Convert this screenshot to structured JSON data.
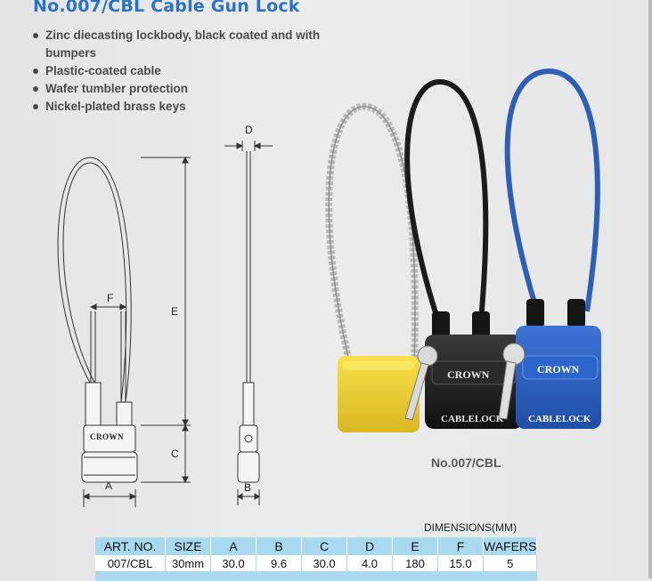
{
  "title": "No.007/CBL Cable Gun Lock",
  "features": [
    "Zinc diecasting lockbody, black coated and with bumpers",
    "Plastic-coated cable",
    "Wafer tumbler protection",
    "Nickel-plated brass keys"
  ],
  "drawing": {
    "labels": {
      "a": "A",
      "b": "B",
      "c": "C",
      "d": "D",
      "e": "E",
      "f": "F"
    },
    "brand_front": "CROWN"
  },
  "photo": {
    "brand": "CROWN",
    "product_text": "CABLELOCK",
    "cable_colors": [
      "#b9b9b9",
      "#1b1b1b",
      "#2d5fb8"
    ],
    "body_colors": [
      "#f2d52b",
      "#1e1e1e",
      "#2d62c2"
    ]
  },
  "caption": "No.007/CBL",
  "dimensions_heading": "DIMENSIONS(MM)",
  "table": {
    "headers": [
      "ART. NO.",
      "SIZE",
      "A",
      "B",
      "C",
      "D",
      "E",
      "F",
      "WAFERS"
    ],
    "row": [
      "007/CBL",
      "30mm",
      "30.0",
      "9.6",
      "30.0",
      "4.0",
      "180",
      "15.0",
      "5"
    ]
  }
}
